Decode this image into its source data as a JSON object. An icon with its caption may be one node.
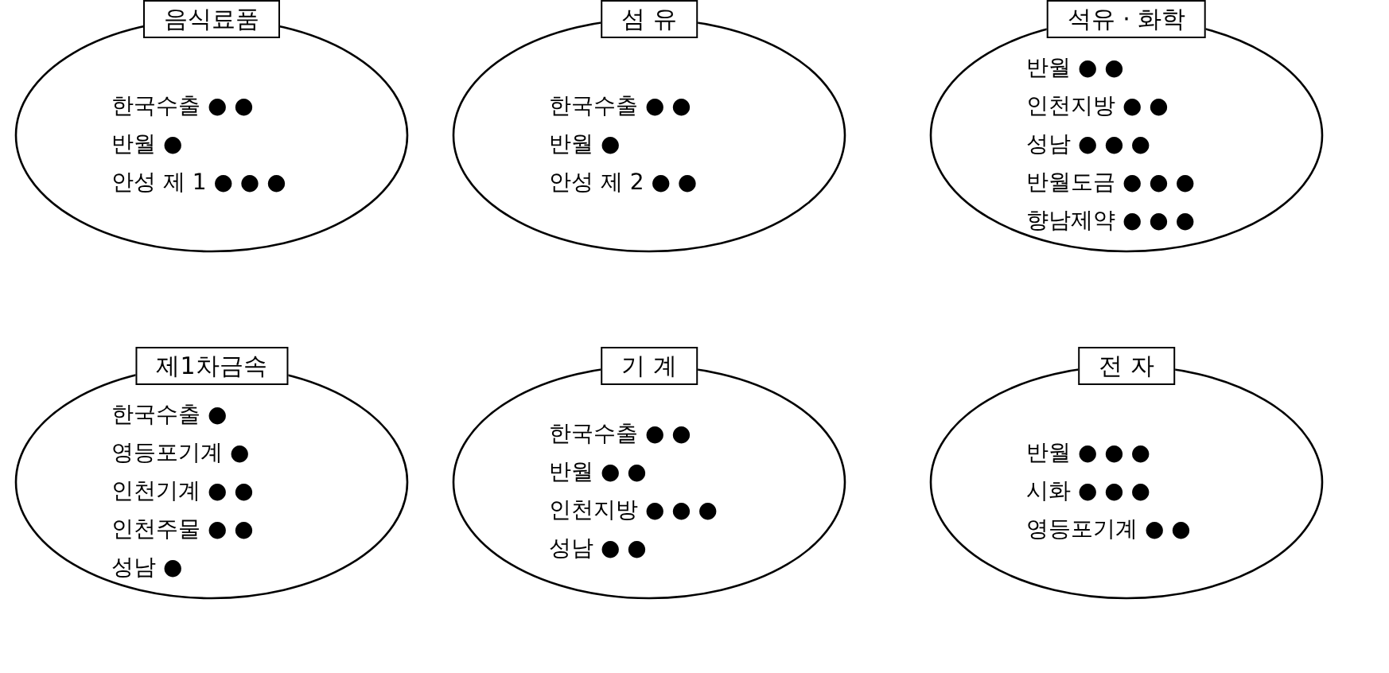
{
  "diagram": {
    "nodes": [
      {
        "text": [
          "음식료품",
          "한국수출 ● ●",
          "반월 ●",
          "안성 제 1 ● ● ●"
        ]
      },
      {
        "text": [
          "섬 유",
          "한국수출 ● ●",
          "반월 ●",
          "안성 제 2 ● ●"
        ]
      },
      {
        "text": [
          "석유 · 화학",
          "반월 ● ●",
          "인천지방 ● ●",
          "성남 ● ● ●",
          "반월도금 ● ● ●",
          "향남제약 ● ● ●"
        ]
      },
      {
        "text": [
          "제1차금속",
          "한국수출 ●",
          "영등포기계 ●",
          "인천기계 ● ●",
          "인천주물 ● ●",
          "성남 ●"
        ]
      },
      {
        "text": [
          "기 계",
          "한국수출 ● ●",
          "반월 ● ●",
          "인천지방 ● ● ●",
          "성남 ● ●"
        ]
      },
      {
        "text": [
          "전 자",
          "반월 ● ● ●",
          "시화 ● ● ●",
          "영등포기계 ● ●"
        ]
      }
    ]
  }
}
